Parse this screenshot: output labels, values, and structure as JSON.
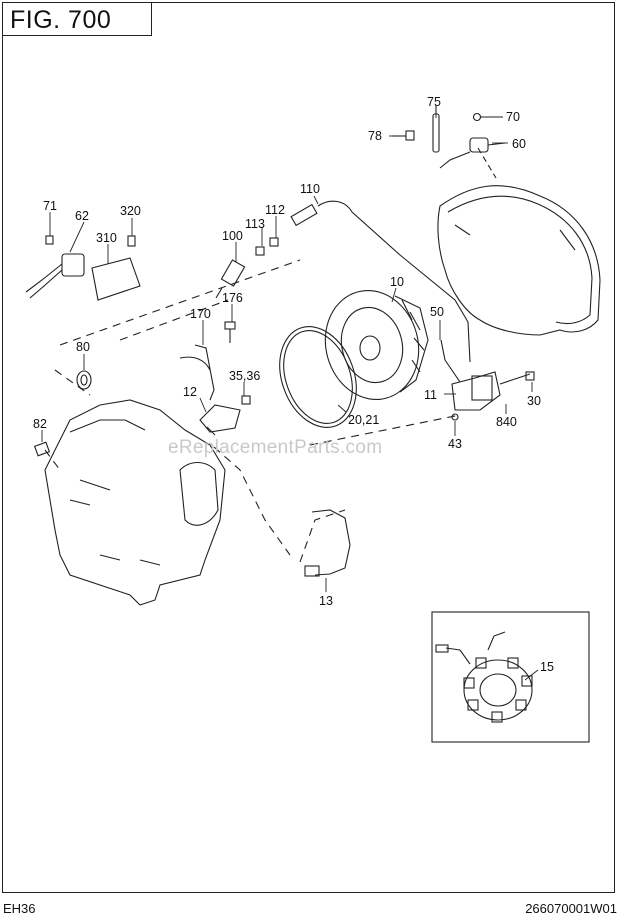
{
  "figure": {
    "title": "FIG. 700",
    "model": "EH36",
    "drawing_number": "266070001W01"
  },
  "watermark": "eReplacementParts.com",
  "callouts": {
    "c75": "75",
    "c70": "70",
    "c78": "78",
    "c60": "60",
    "c110": "110",
    "c71": "71",
    "c62": "62",
    "c320": "320",
    "c310": "310",
    "c113": "113",
    "c112": "112",
    "c100": "100",
    "c10": "10",
    "c170": "170",
    "c176": "176",
    "c50": "50",
    "c80": "80",
    "c35_36": "35,36",
    "c12": "12",
    "c11": "11",
    "c30": "30",
    "c20_21": "20,21",
    "c840": "840",
    "c43": "43",
    "c82": "82",
    "c13": "13",
    "c15": "15"
  },
  "icons": {
    "engine_block": "crankcase-illustration",
    "flywheel": "flywheel-illustration",
    "stator": "stator-coil-illustration",
    "cover": "blower-housing-illustration"
  }
}
